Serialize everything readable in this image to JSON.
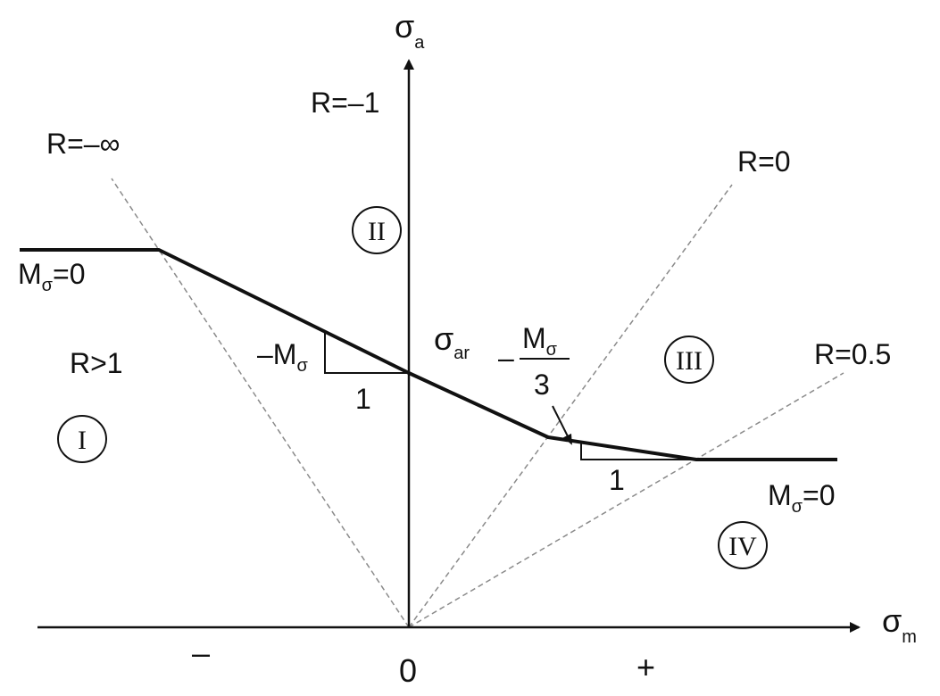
{
  "axes": {
    "y_symbol": "σ",
    "y_subscript": "a",
    "x_symbol": "σ",
    "x_subscript": "m",
    "origin": "0",
    "negative_sign": "–",
    "positive_sign": "+"
  },
  "ratio_lines": {
    "r_neg_one": "R=–1",
    "r_neg_inf": "R=–∞",
    "r_zero": "R=0",
    "r_half": "R=0.5",
    "r_gt_one": "R>1"
  },
  "regions": [
    "I",
    "II",
    "III",
    "IV"
  ],
  "labels": {
    "m_sigma_zero_left_main": "M",
    "m_sigma_zero_left_sub": "σ",
    "m_sigma_zero_left_rest": "=0",
    "m_sigma_zero_right_main": "M",
    "m_sigma_zero_right_sub": "σ",
    "m_sigma_zero_right_rest": "=0",
    "sigma_ar_main": "σ",
    "sigma_ar_sub": "ar",
    "slope_left_main": "–M",
    "slope_left_sub": "σ",
    "slope_left_run": "1",
    "slope_right_prefix": "–",
    "slope_right_num_main": "M",
    "slope_right_num_sub": "σ",
    "slope_right_den": "3",
    "slope_right_run": "1"
  },
  "colors": {
    "line": "#111111",
    "dashed": "#8a8a8a"
  }
}
